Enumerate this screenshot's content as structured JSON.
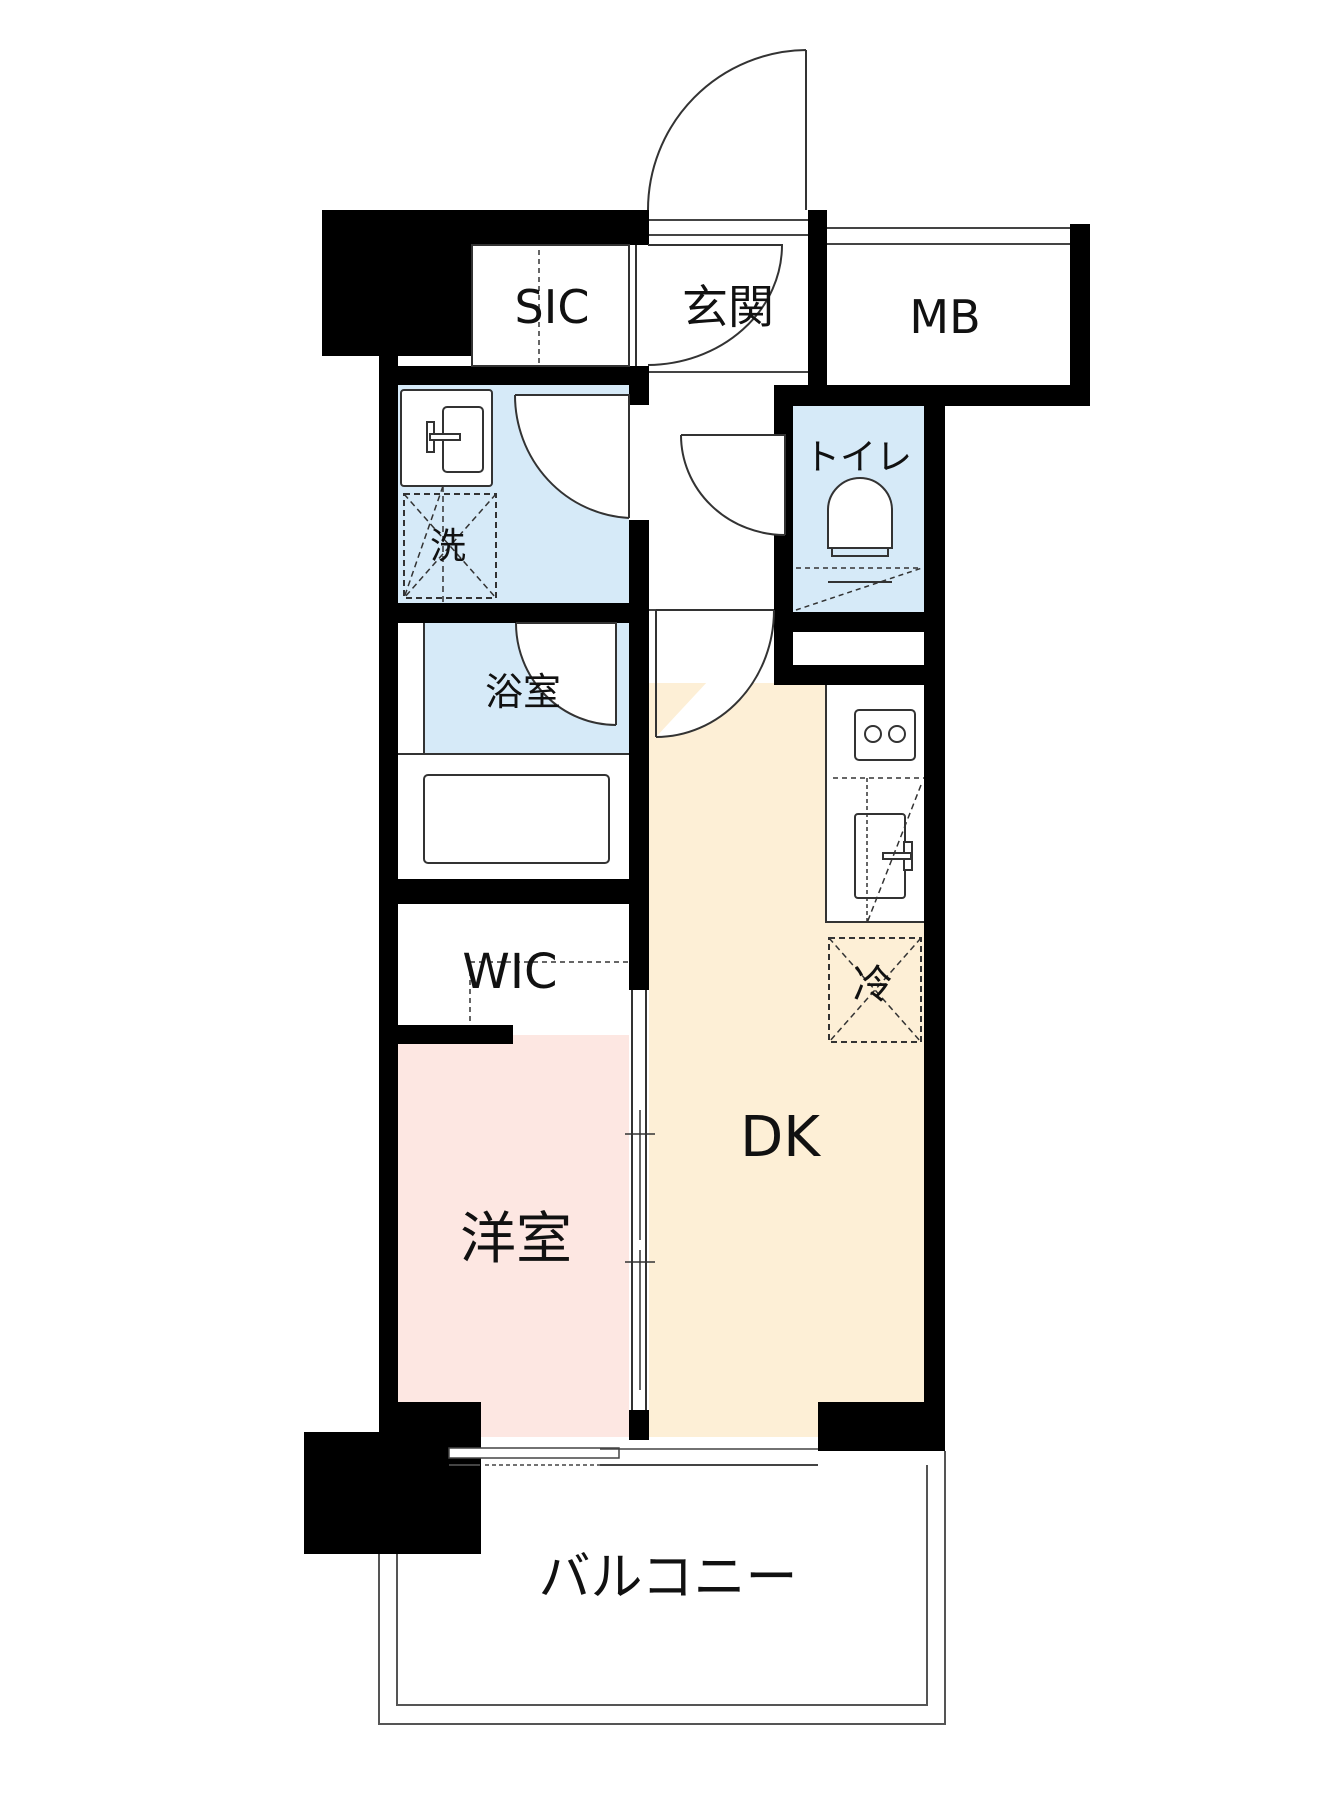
{
  "floorplan": {
    "rooms": [
      {
        "id": "sic",
        "label": "SIC",
        "type": "storage"
      },
      {
        "id": "genkan",
        "label": "玄関",
        "type": "entrance"
      },
      {
        "id": "mb",
        "label": "MB",
        "type": "meter-box"
      },
      {
        "id": "toilet",
        "label": "トイレ",
        "type": "toilet"
      },
      {
        "id": "washroom",
        "label": "洗",
        "type": "washing-machine-space"
      },
      {
        "id": "bath",
        "label": "浴室",
        "type": "bathroom"
      },
      {
        "id": "wic",
        "label": "WIC",
        "type": "walk-in-closet"
      },
      {
        "id": "western",
        "label": "洋室",
        "type": "bedroom"
      },
      {
        "id": "dk",
        "label": "DK",
        "type": "dining-kitchen"
      },
      {
        "id": "fridge",
        "label": "冷",
        "type": "refrigerator-space"
      },
      {
        "id": "balcony",
        "label": "バルコニー",
        "type": "balcony"
      }
    ],
    "colors": {
      "wall": "#000000",
      "wet_area": "#d6eaf8",
      "bedroom": "#fde7e2",
      "dk": "#fdefd6",
      "background": "#ffffff",
      "line": "#333333"
    }
  }
}
